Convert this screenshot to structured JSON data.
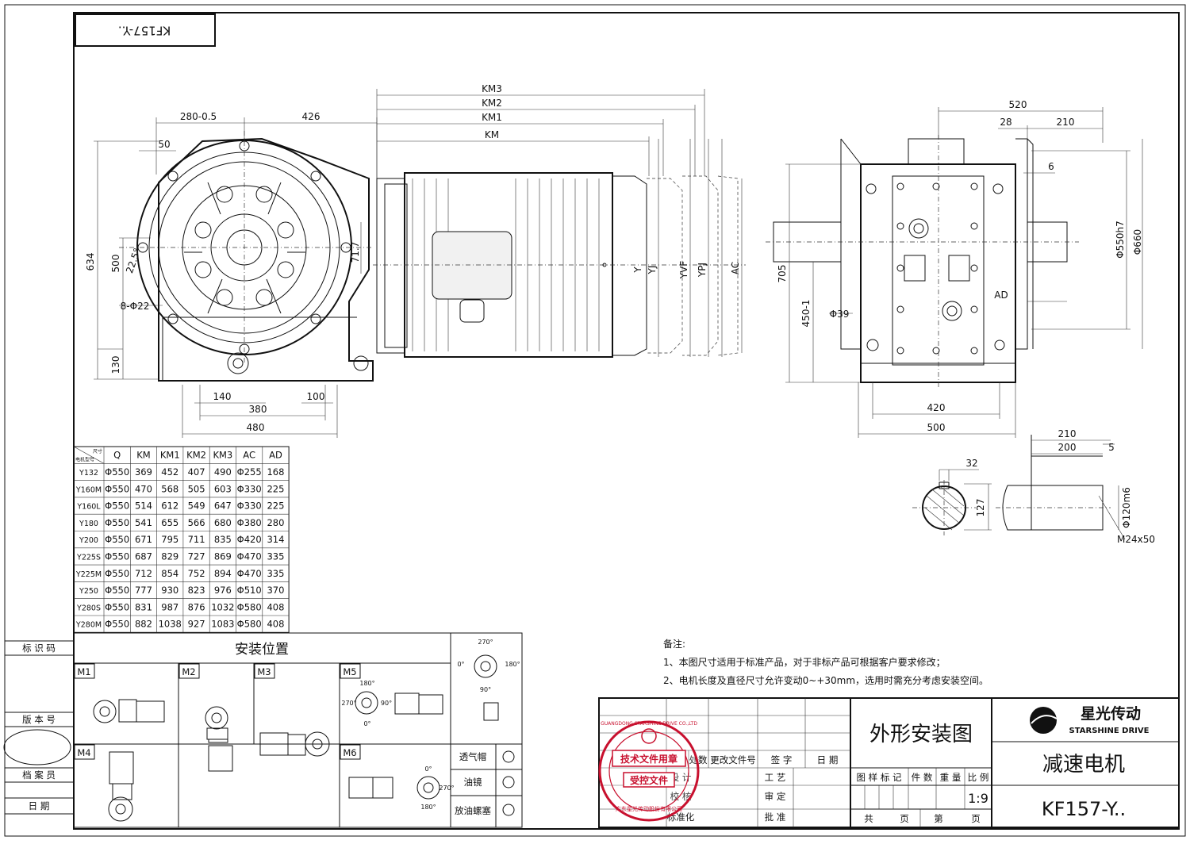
{
  "title_box": {
    "text": "KF157-Y.."
  },
  "front_view": {
    "dims": {
      "d280": "280-0.5",
      "d426": "426",
      "d50": "50",
      "d634": "634",
      "d500": "500",
      "d225": "22.5°",
      "d8phi22": "8-Φ22",
      "d130": "130",
      "d140": "140",
      "d100": "100",
      "d380": "380",
      "d480": "480",
      "d71": "71.7"
    },
    "motor_dims": {
      "km3": "KM3",
      "km2": "KM2",
      "km1": "KM1",
      "km": "KM",
      "y": "Y",
      "yj": "YJ",
      "yvf": "YVF",
      "ypj": "YPJ",
      "ac": "AC"
    }
  },
  "side_view": {
    "dims": {
      "d520": "520",
      "d28": "28",
      "d210": "210",
      "d6": "6",
      "d550": "Φ550h7",
      "d660": "Φ660",
      "d705": "705",
      "d450": "450-1",
      "d39": "Φ39",
      "ad": "AD",
      "d420": "420",
      "d500": "500"
    }
  },
  "shaft_detail": {
    "dims": {
      "d32": "32",
      "d127": "127",
      "d210": "210",
      "d200": "200",
      "d5": "5",
      "d120": "Φ120m6",
      "m24": "M24x50"
    }
  },
  "dim_table": {
    "corner_top": "尺寸",
    "corner_bottom": "电机型号",
    "headers": [
      "Q",
      "KM",
      "KM1",
      "KM2",
      "KM3",
      "AC",
      "AD"
    ],
    "rows": [
      [
        "Y132",
        "Φ550",
        "369",
        "452",
        "407",
        "490",
        "Φ255",
        "168"
      ],
      [
        "Y160M",
        "Φ550",
        "470",
        "568",
        "505",
        "603",
        "Φ330",
        "225"
      ],
      [
        "Y160L",
        "Φ550",
        "514",
        "612",
        "549",
        "647",
        "Φ330",
        "225"
      ],
      [
        "Y180",
        "Φ550",
        "541",
        "655",
        "566",
        "680",
        "Φ380",
        "280"
      ],
      [
        "Y200",
        "Φ550",
        "671",
        "795",
        "711",
        "835",
        "Φ420",
        "314"
      ],
      [
        "Y225S",
        "Φ550",
        "687",
        "829",
        "727",
        "869",
        "Φ470",
        "335"
      ],
      [
        "Y225M",
        "Φ550",
        "712",
        "854",
        "752",
        "894",
        "Φ470",
        "335"
      ],
      [
        "Y250",
        "Φ550",
        "777",
        "930",
        "823",
        "976",
        "Φ510",
        "370"
      ],
      [
        "Y280S",
        "Φ550",
        "831",
        "987",
        "876",
        "1032",
        "Φ580",
        "408"
      ],
      [
        "Y280M",
        "Φ550",
        "882",
        "1038",
        "927",
        "1083",
        "Φ580",
        "408"
      ]
    ]
  },
  "mounting": {
    "title": "安装位置",
    "positions": [
      "M1",
      "M2",
      "M3",
      "M4",
      "M5",
      "M6"
    ],
    "angles": {
      "a270": "270°",
      "a180": "180°",
      "a90": "90°",
      "a0": "0°"
    },
    "legend": [
      "透气帽",
      "油镜",
      "放油螺塞"
    ]
  },
  "left_strip": [
    "标 识 码",
    "版 本 号",
    "档 案 员",
    "日 期"
  ],
  "notes": {
    "heading": "备注:",
    "items": [
      "1、本图尺寸适用于标准产品，对于非标产品可根据客户要求修改；",
      "2、电机长度及直径尺寸允许变动0~+30mm，选用时需充分考虑安装空间。"
    ]
  },
  "title_block": {
    "rev_headers": [
      "标记",
      "处数",
      "更改文件号",
      "签 字",
      "日 期"
    ],
    "roles": [
      "设 计",
      "校 核",
      "标准化",
      "工 艺",
      "审 定",
      "批 准"
    ],
    "drawing_name": "外形安装图",
    "attr_headers": [
      "图 样 标 记",
      "件 数",
      "重 量",
      "比 例"
    ],
    "scale": "1:9",
    "sheet_labels": [
      "共",
      "页",
      "第",
      "页"
    ],
    "company_cn": "星光传动",
    "company_en": "STARSHINE DRIVE",
    "product_name": "减速电机",
    "model": "KF157-Y.."
  },
  "stamp": {
    "ring_text": "GUANGDONG STARSHINE DRIVE CO.,LTD",
    "line1": "技术文件用章",
    "line2": "受控文件",
    "bottom": "广东星光传动股份有限公司",
    "color": "#c8102e"
  }
}
